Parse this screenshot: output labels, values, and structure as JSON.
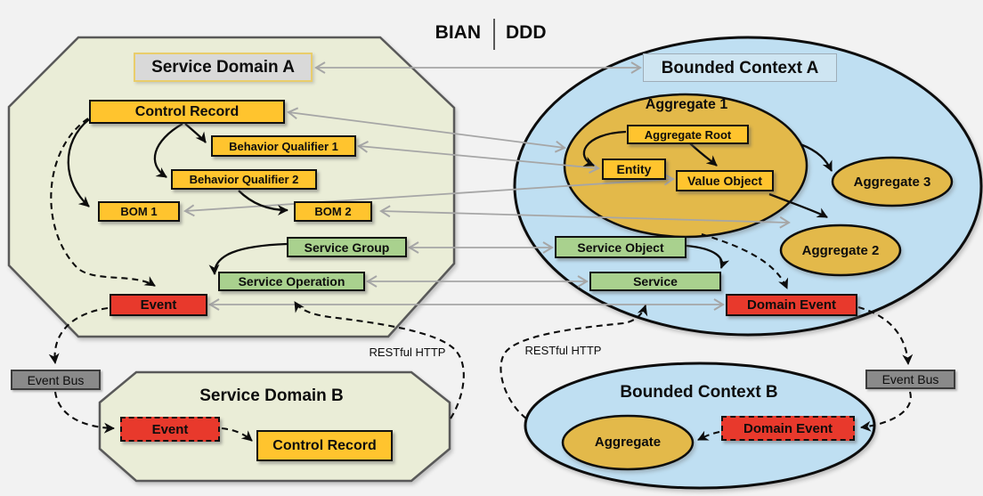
{
  "header": {
    "bian": "BIAN",
    "ddd": "DDD"
  },
  "service_domain_a": {
    "title": "Service Domain A",
    "control_record": "Control Record",
    "behavior_qualifier_1": "Behavior Qualifier 1",
    "behavior_qualifier_2": "Behavior Qualifier 2",
    "bom_1": "BOM 1",
    "bom_2": "BOM 2",
    "service_group": "Service Group",
    "service_operation": "Service Operation",
    "event": "Event"
  },
  "bounded_context_a": {
    "title": "Bounded Context A",
    "aggregate_1": "Aggregate 1",
    "aggregate_root": "Aggregate Root",
    "entity": "Entity",
    "value_object": "Value Object",
    "aggregate_2": "Aggregate 2",
    "aggregate_3": "Aggregate 3",
    "service_object": "Service Object",
    "service": "Service",
    "domain_event": "Domain Event"
  },
  "service_domain_b": {
    "title": "Service Domain B",
    "event": "Event",
    "control_record": "Control Record"
  },
  "bounded_context_b": {
    "title": "Bounded Context B",
    "aggregate": "Aggregate",
    "domain_event": "Domain Event"
  },
  "event_bus_left": "Event Bus",
  "event_bus_right": "Event Bus",
  "annotations": {
    "restful_http_left": "RESTful HTTP",
    "restful_http_right": "RESTful HTTP"
  },
  "colors": {
    "background": "#F2F2F2",
    "octagon_fill": "#EAEDD7",
    "octagon_border": "#595959",
    "context_fill": "#BFDFF2",
    "aggregate_fill": "#E3B94A",
    "yellow_box": "#FFC42E",
    "green_box": "#A9D18E",
    "red_box": "#E8392C",
    "event_bus_fill": "#8A8A8A",
    "mapping_arrow": "#A6A6A6"
  }
}
